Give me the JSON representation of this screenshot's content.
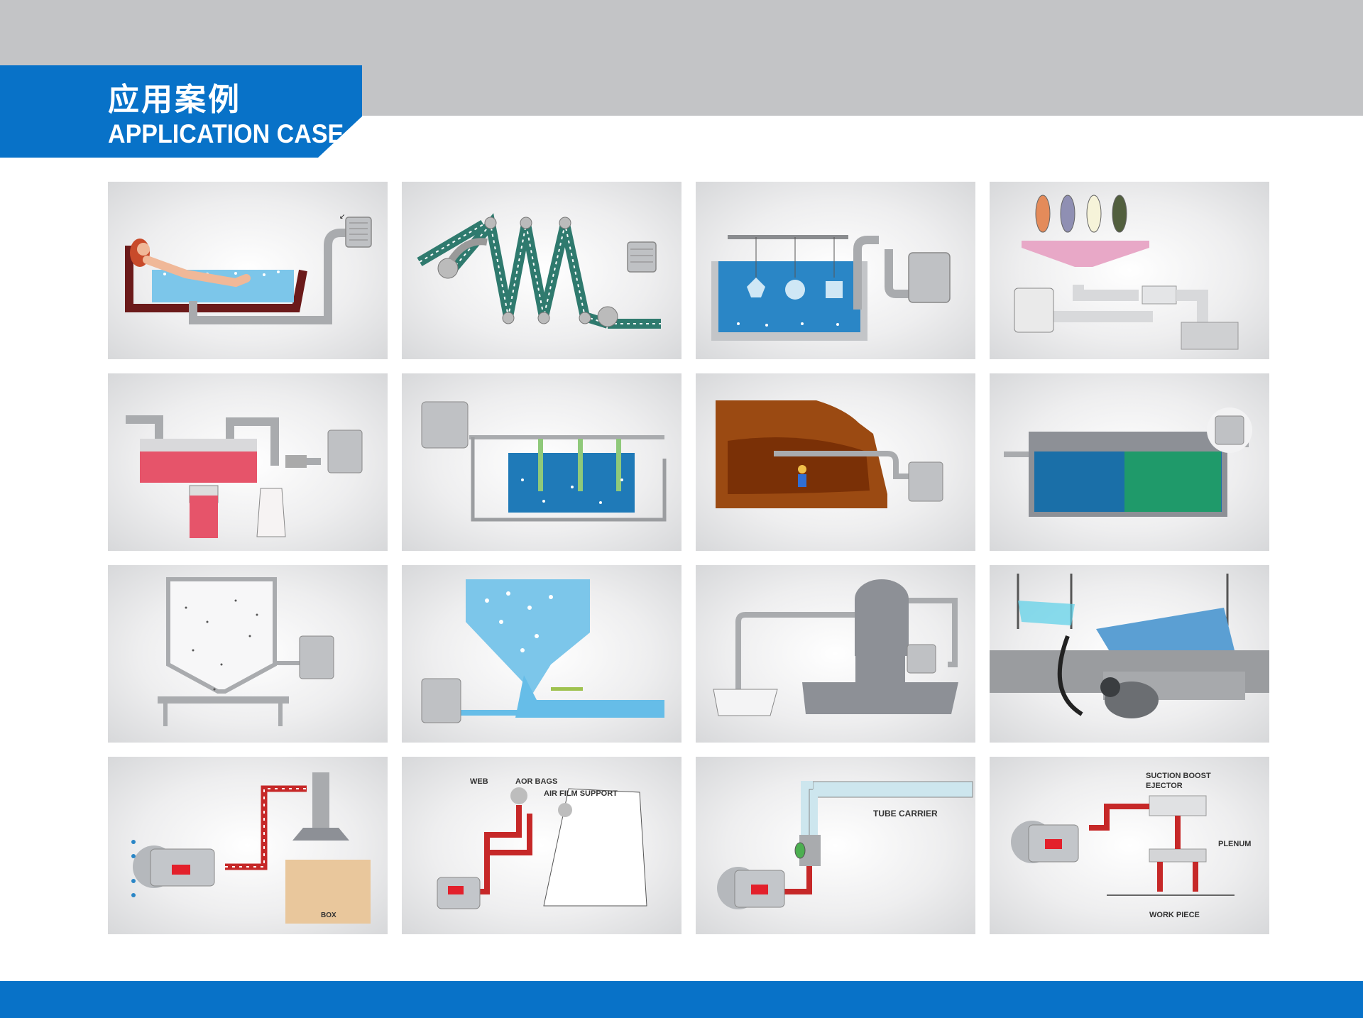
{
  "header": {
    "title_cn": "应用案例",
    "title_en": "APPLICATION CASE"
  },
  "colors": {
    "brand_blue": "#0872c8",
    "header_gray": "#c3c4c6",
    "panel_gray": "#dcdddf"
  },
  "labels": {
    "box": "BOX",
    "web": "WEB",
    "aor_bags": "AOR BAGS",
    "air_film_support": "AIR FILM SUPPORT",
    "tube_carrier": "TUBE CARRIER",
    "suction_boost": "SUCTION BOOST",
    "ejector": "EJECTOR",
    "plenum": "PLENUM",
    "work_piece": "WORK PIECE"
  }
}
